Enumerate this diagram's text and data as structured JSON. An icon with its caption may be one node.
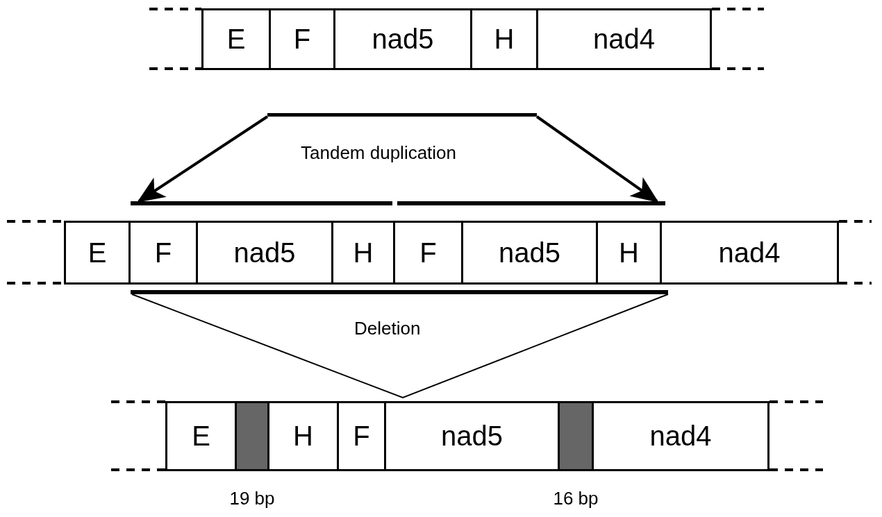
{
  "diagram": {
    "nodes": [
      {
        "text": [
          "E"
        ]
      },
      {
        "text": [
          "F"
        ]
      },
      {
        "text": [
          "nad5"
        ]
      },
      {
        "text": [
          "H"
        ]
      },
      {
        "text": [
          "nad4"
        ]
      },
      {
        "text": [],
        "shape": "bar"
      },
      {
        "text": [],
        "shape": "bar"
      },
      {
        "text": [],
        "shape": "bar"
      },
      {
        "text": [
          "E"
        ]
      },
      {
        "text": [
          "F"
        ]
      },
      {
        "text": [
          "nad5"
        ]
      },
      {
        "text": [
          "H"
        ]
      },
      {
        "text": [
          "F"
        ]
      },
      {
        "text": [
          "nad5"
        ]
      },
      {
        "text": [
          "H"
        ]
      },
      {
        "text": [
          "nad4"
        ]
      },
      {
        "text": [],
        "shape": "bar"
      },
      {
        "text": [
          "E"
        ]
      },
      {
        "text": [],
        "shape": "box",
        "beside": [
          "19 bp"
        ]
      },
      {
        "text": [
          "H"
        ]
      },
      {
        "text": [
          "F"
        ]
      },
      {
        "text": [
          "nad5"
        ]
      },
      {
        "text": [],
        "shape": "box",
        "beside": [
          "16 bp"
        ]
      },
      {
        "text": [
          "nad4"
        ]
      }
    ],
    "edges": [
      {
        "from": 5,
        "to": 6,
        "arrow": "to"
      },
      {
        "from": 5,
        "to": 7,
        "arrow": "to"
      }
    ],
    "labels": [
      "Tandem duplication",
      "Deletion"
    ]
  }
}
